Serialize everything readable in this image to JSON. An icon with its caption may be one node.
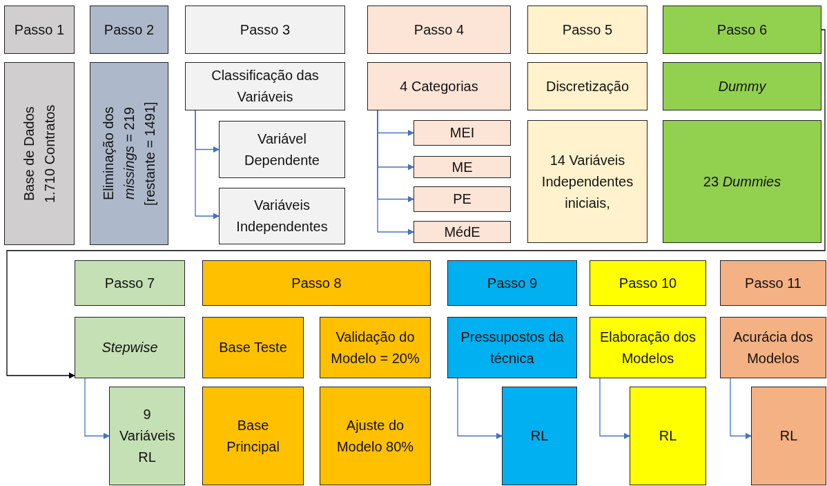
{
  "diagram": {
    "nodes": [
      {
        "text": [
          "Passo 1"
        ]
      },
      {
        "text": [
          "Passo 2"
        ]
      },
      {
        "text": [
          "Passo 3"
        ]
      },
      {
        "text": [
          "Passo 4"
        ]
      },
      {
        "text": [
          "Passo 5"
        ]
      },
      {
        "text": [
          "Passo 6"
        ]
      },
      {
        "text": [
          "Base de Dados 1.710 Contratos"
        ]
      },
      {
        "text": [
          "Eliminação dos *missings* = 219 [restante = 1491]"
        ]
      },
      {
        "text": [
          "Classificação das Variáveis"
        ]
      },
      {
        "text": [
          "Variável Dependente"
        ]
      },
      {
        "text": [
          "Variáveis Independentes"
        ]
      },
      {
        "text": [
          "4 Categorias"
        ]
      },
      {
        "text": [
          "MEI"
        ]
      },
      {
        "text": [
          "ME"
        ]
      },
      {
        "text": [
          "PE"
        ]
      },
      {
        "text": [
          "MédE"
        ]
      },
      {
        "text": [
          "Discretização"
        ]
      },
      {
        "text": [
          "Dummy"
        ]
      },
      {
        "text": [
          "14 Variáveis Independentes iniciais,"
        ]
      },
      {
        "text": [
          "23 *Dummies*"
        ]
      },
      {
        "text": [
          "Passo 7"
        ]
      },
      {
        "text": [
          "Passo 8"
        ]
      },
      {
        "text": [
          "Passo 9"
        ]
      },
      {
        "text": [
          "Passo 10"
        ]
      },
      {
        "text": [
          "Passo 11"
        ]
      },
      {
        "text": [
          "Stepwise"
        ]
      },
      {
        "text": [
          "Base Teste"
        ]
      },
      {
        "text": [
          "Validação do Modelo = 20%"
        ]
      },
      {
        "text": [
          "Pressupostos da técnica"
        ]
      },
      {
        "text": [
          "Elaboração dos Modelos"
        ]
      },
      {
        "text": [
          "Acurácia dos Modelos"
        ]
      },
      {
        "text": [
          "9 Variáveis RL"
        ]
      },
      {
        "text": [
          "Base Principal"
        ]
      },
      {
        "text": [
          "Ajuste do Modelo 80%"
        ]
      },
      {
        "text": [
          "RL"
        ]
      },
      {
        "text": [
          "RL"
        ]
      },
      {
        "text": [
          "RL"
        ]
      }
    ],
    "edges": [
      {
        "from": 8,
        "to": 9,
        "arrow": "to"
      },
      {
        "from": 8,
        "to": 10,
        "arrow": "to"
      },
      {
        "from": 11,
        "to": 12,
        "arrow": "to"
      },
      {
        "from": 11,
        "to": 13,
        "arrow": "to"
      },
      {
        "from": 11,
        "to": 14,
        "arrow": "to"
      },
      {
        "from": 11,
        "to": 15,
        "arrow": "to"
      },
      {
        "from": 5,
        "to": 25,
        "arrow": "to",
        "color": "#000000"
      },
      {
        "from": 25,
        "to": 31,
        "arrow": "to"
      },
      {
        "from": 28,
        "to": 34,
        "arrow": "to"
      },
      {
        "from": 29,
        "to": 35,
        "arrow": "to"
      },
      {
        "from": 30,
        "to": 36,
        "arrow": "to"
      }
    ]
  }
}
